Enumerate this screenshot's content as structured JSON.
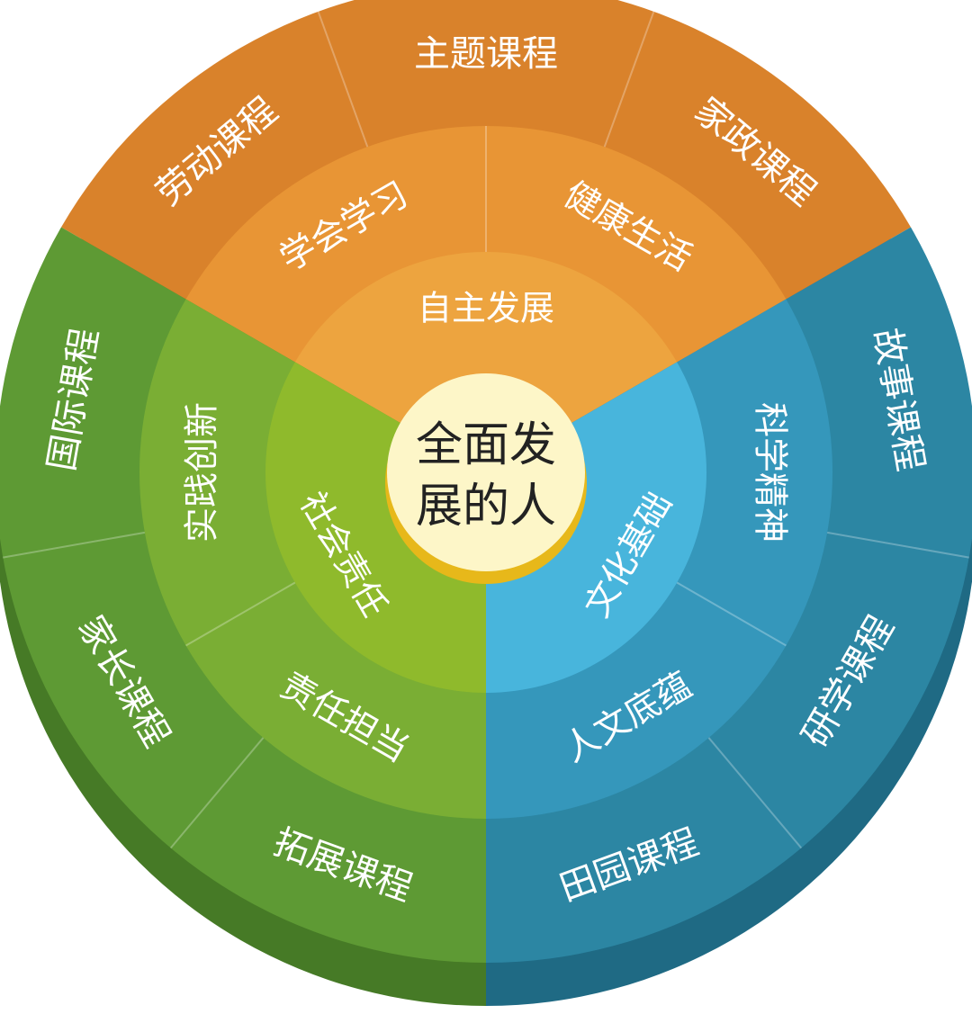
{
  "center": {
    "lines": [
      "全面发",
      "展的人"
    ],
    "fill": "#fdf6c8",
    "rim": "#e7b81a"
  },
  "segments": [
    {
      "key": "orange",
      "colors": {
        "outer": "#d9822b",
        "outer_side": "#b5651d",
        "middle": "#e89535",
        "middle_side": "#c8772a",
        "inner": "#eda43f",
        "inner_side": "#cf8a33"
      },
      "inner_label": "自主发展",
      "middle": [
        "学会学习",
        "健康生活"
      ],
      "outer": [
        "劳动课程",
        "主题课程",
        "家政课程"
      ]
    },
    {
      "key": "blue",
      "colors": {
        "outer": "#2c86a3",
        "outer_side": "#1f6a84",
        "middle": "#3597bb",
        "middle_side": "#277797",
        "inner": "#48b5dc",
        "inner_side": "#2e8fb3"
      },
      "inner_label": "文化基础",
      "middle": [
        "科学精神",
        "人文底蕴"
      ],
      "outer": [
        "故事课程",
        "研学课程",
        "田园课程"
      ]
    },
    {
      "key": "green",
      "colors": {
        "outer": "#5e9a34",
        "outer_side": "#467a26",
        "middle": "#7aae34",
        "middle_side": "#5f8a28",
        "inner": "#8fba2c",
        "inner_side": "#6e9322"
      },
      "inner_label": "社会责任",
      "middle": [
        "责任担当",
        "实践创新"
      ],
      "outer": [
        "拓展课程",
        "家长课程",
        "国际课程"
      ]
    }
  ]
}
